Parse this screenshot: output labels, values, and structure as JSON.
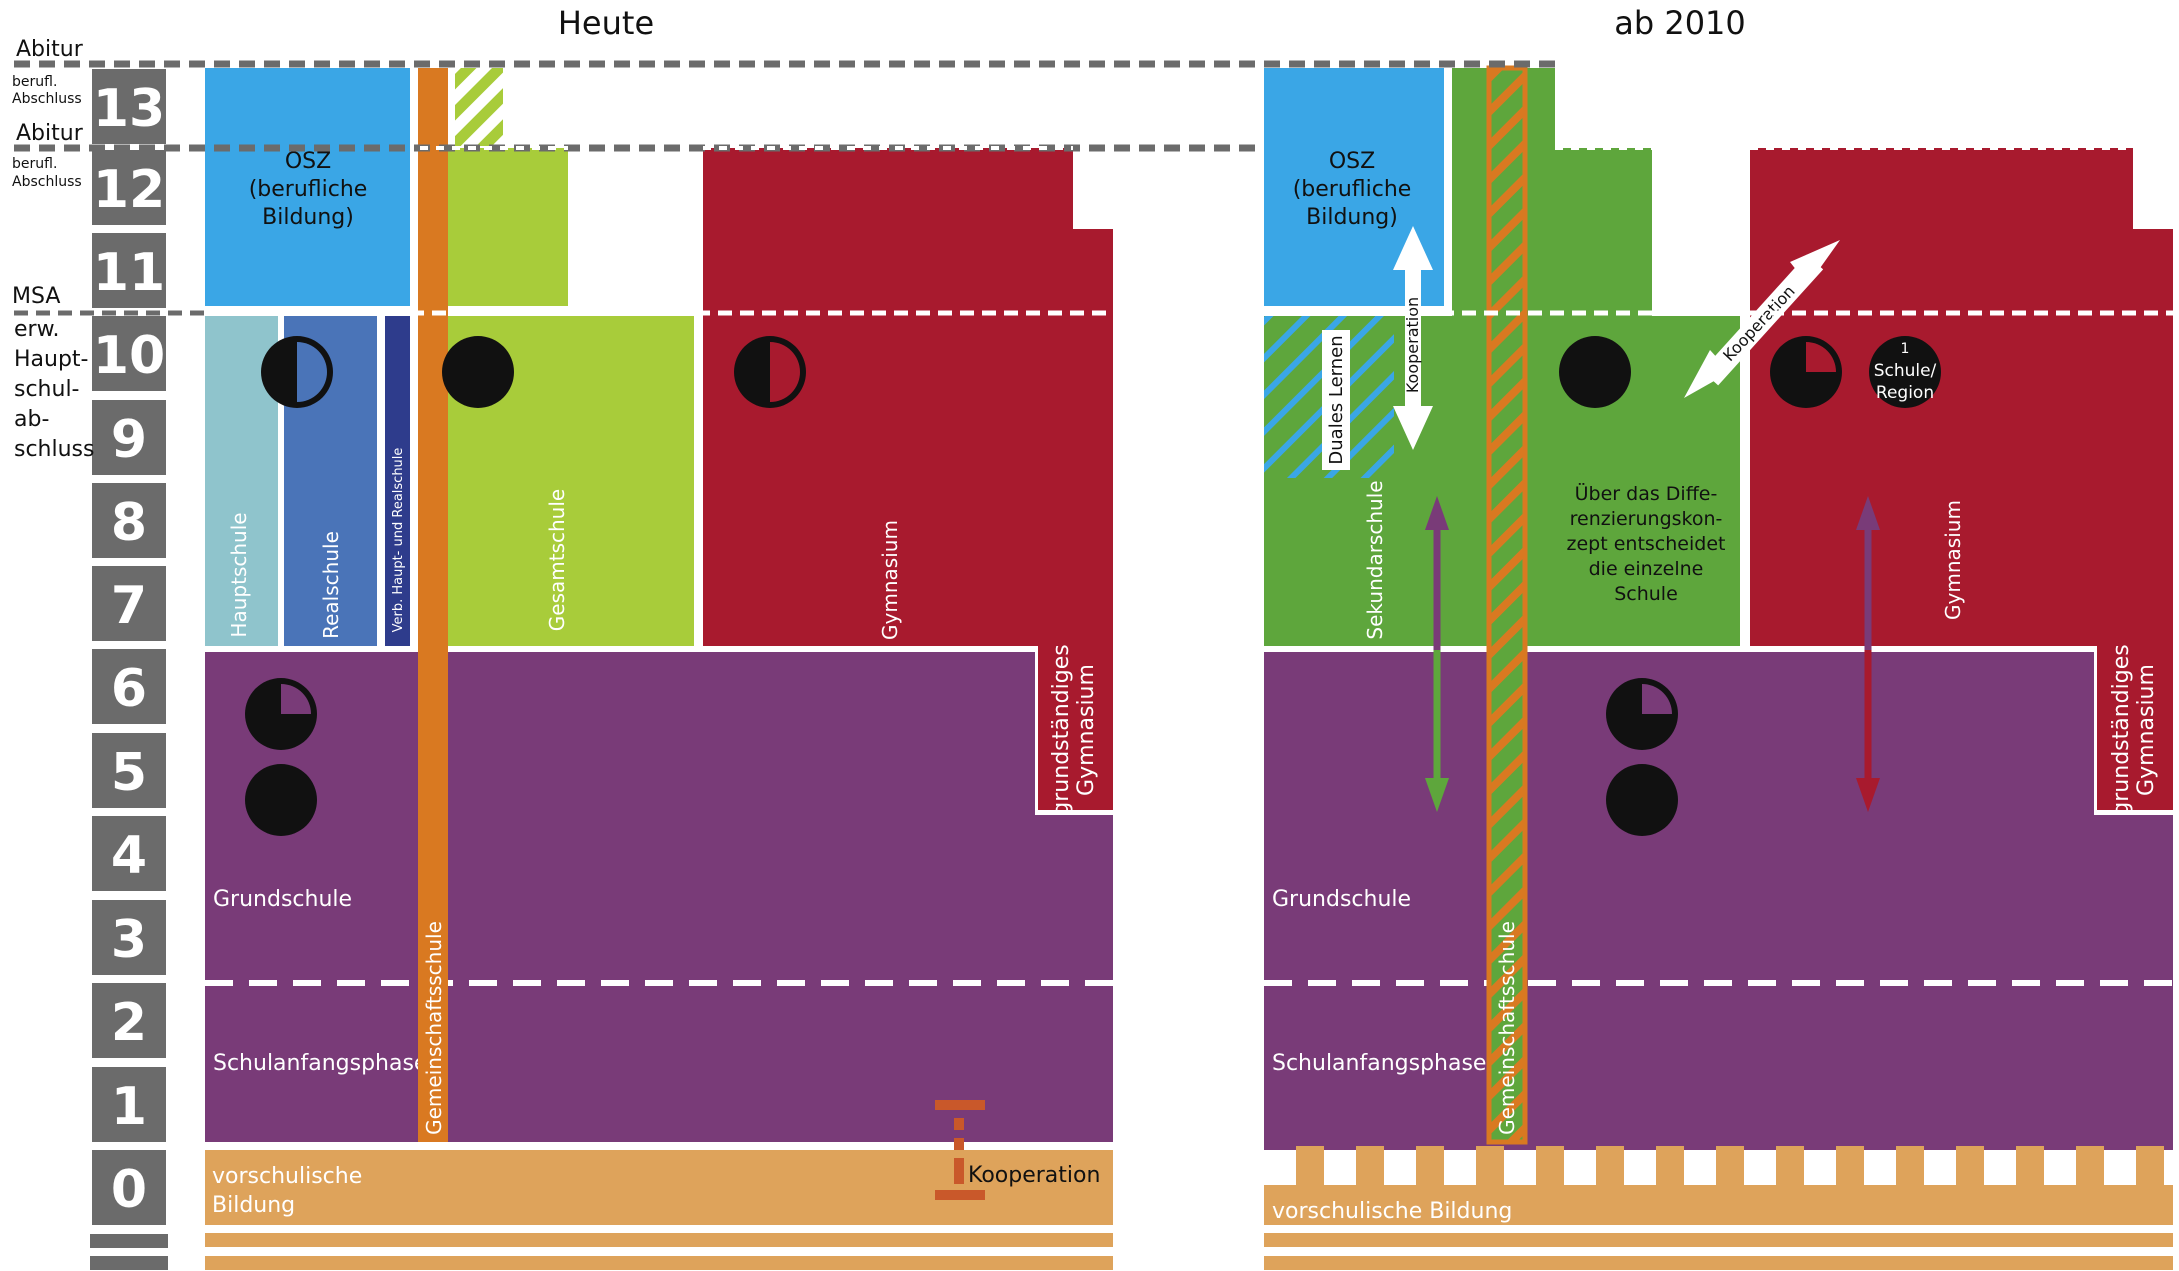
{
  "titles": {
    "left": "Heute",
    "right": "ab 2010"
  },
  "grades": [
    "13",
    "12",
    "11",
    "10",
    "9",
    "8",
    "7",
    "6",
    "5",
    "4",
    "3",
    "2",
    "1",
    "0"
  ],
  "side_labels": {
    "abitur_top": "Abitur",
    "berufl_top_1": "berufl.",
    "berufl_top_2": "Abschluss",
    "abitur_mid": "Abitur",
    "berufl_mid_1": "berufl.",
    "berufl_mid_2": "Abschluss",
    "msa": "MSA",
    "erw_1": "erw.",
    "erw_2": "Haupt-",
    "erw_3": "schul-",
    "erw_4": "ab-",
    "erw_5": "schluss"
  },
  "left": {
    "osz_1": "OSZ",
    "osz_2": "(berufliche",
    "osz_3": "Bildung)",
    "hauptschule": "Hauptschule",
    "realschule": "Realschule",
    "verbund": "Verb. Haupt- und Realschule",
    "gesamtschule": "Gesamtschule",
    "gymnasium": "Gymnasium",
    "grundst_1": "grundständiges",
    "grundst_2": "Gymnasium",
    "gemeinschaftsschule": "Gemeinschaftsschule",
    "grundschule": "Grundschule",
    "schulanfangsphase": "Schulanfangsphase",
    "vorschul_1": "vorschulische",
    "vorschul_2": "Bildung",
    "kooperation": "Kooperation"
  },
  "right": {
    "osz_1": "OSZ",
    "osz_2": "(berufliche",
    "osz_3": "Bildung)",
    "duales_lernen": "Duales Lernen",
    "kooperation_v": "Kooperation",
    "kooperation_d": "Kooperation",
    "sekundarschule": "Sekundarschule",
    "diff_1": "Über das Diffe-",
    "diff_2": "renzierungskon-",
    "diff_3": "zept entscheidet",
    "diff_4": "die einzelne",
    "diff_5": "Schule",
    "gymnasium": "Gymnasium",
    "schule_region_1": "1",
    "schule_region_2": "Schule/",
    "schule_region_3": "Region",
    "grundst_1": "grundständiges",
    "grundst_2": "Gymnasium",
    "gemeinschaftsschule": "Gemeinschaftsschule",
    "grundschule": "Grundschule",
    "schulanfangsphase": "Schulanfangsphase",
    "vorschul": "vorschulische Bildung"
  },
  "colors": {
    "osz": "#3aa6e6",
    "hauptschule": "#8fc4cc",
    "realschule": "#4a74b8",
    "verbund": "#2e3c8c",
    "gemeinschaftsschule": "#d97921",
    "gesamtschule": "#a8cc3a",
    "sekundarschule": "#5ea63c",
    "gymnasium": "#a81a2e",
    "grundschule": "#793b78",
    "vorschul": "#dea35b",
    "grade_box": "#6b6b6b"
  }
}
